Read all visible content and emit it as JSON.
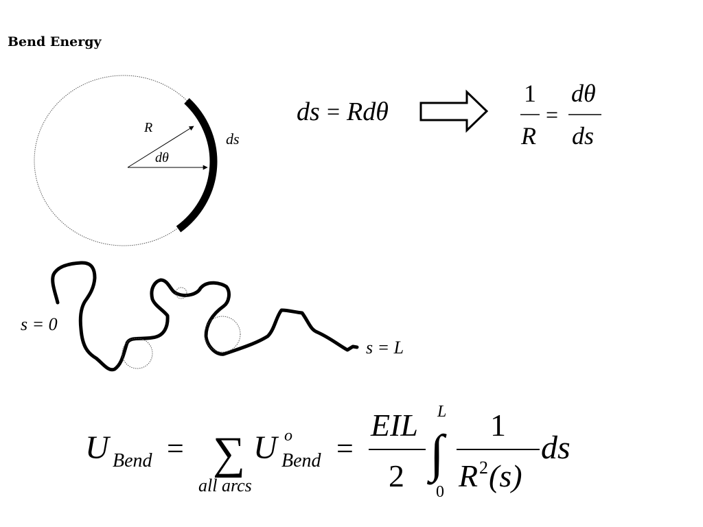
{
  "title": "Bend Energy",
  "circle_labels": {
    "radius": "R",
    "angle": "dθ",
    "arc": "ds"
  },
  "relation": {
    "lhs": "ds",
    "eq": "=",
    "rhs": "Rdθ",
    "frac1_num": "1",
    "frac1_den": "R",
    "frac2_num": "dθ",
    "frac2_den": "ds"
  },
  "chain_labels": {
    "start": "s = 0",
    "end": "s = L"
  },
  "energy_formula": {
    "U": "U",
    "sub_bend": "Bend",
    "eq": "=",
    "sum_symbol": "∑",
    "sum_under": "all arcs",
    "U2": "U",
    "sup_o": "o",
    "sub_bend2": "Bend",
    "frac_num": "EIL",
    "frac_den": "2",
    "int_symbol": "∫",
    "int_upper": "L",
    "int_lower": "0",
    "frac2_num": "1",
    "frac2_den_R": "R",
    "frac2_den_sup": "2",
    "frac2_den_arg": "(s)",
    "ds": "ds"
  }
}
